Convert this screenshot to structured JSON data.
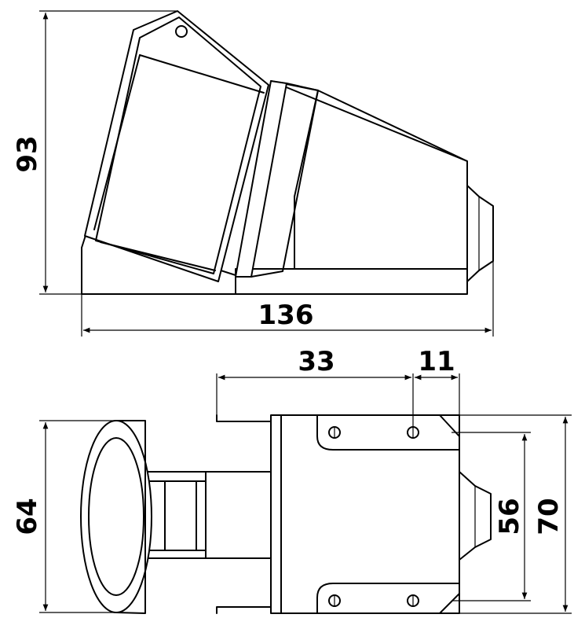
{
  "dimensions": {
    "height_side": "93",
    "length_side": "136",
    "dist_33": "33",
    "dist_11": "11",
    "width_front": "64",
    "inner_56": "56",
    "outer_70": "70"
  },
  "colors": {
    "line": "#000000",
    "background": "#ffffff"
  }
}
